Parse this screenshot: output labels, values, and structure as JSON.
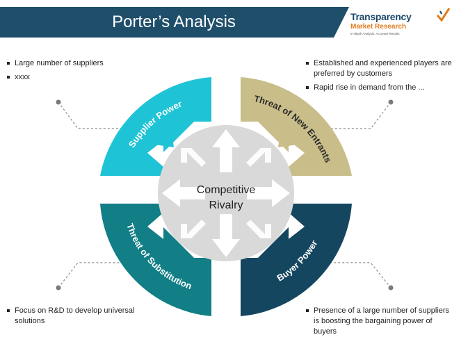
{
  "header": {
    "title": "Porter’s Analysis"
  },
  "logo": {
    "line1": "Transparency",
    "line2": "Market Research",
    "line3": "In-depth Analysis. Accurate Results"
  },
  "center": {
    "line1": "Competitive",
    "line2": "Rivalry"
  },
  "segments": {
    "supplier_power": "Supplier Power",
    "new_entrants": "Threat of New Entrants",
    "substitution": "Threat of Substitution",
    "buyer_power": "Buyer Power"
  },
  "notes": {
    "top_left": [
      "Large number of suppliers",
      "xxxx"
    ],
    "top_right": [
      "Established and experienced players are preferred by customers",
      "Rapid rise in demand from the ..."
    ],
    "bottom_left": [
      "Focus on R&D to develop universal solutions"
    ],
    "bottom_right": [
      "Presence of a large number of suppliers is boosting the bargaining power of buyers"
    ]
  },
  "colors": {
    "banner": "#1f4e6b",
    "supplier_power": "#1fc3d6",
    "new_entrants": "#c9bd8a",
    "substitution": "#127e86",
    "buyer_power": "#15465f",
    "center": "#d9d9d9",
    "logo_orange": "#e07a1f"
  }
}
